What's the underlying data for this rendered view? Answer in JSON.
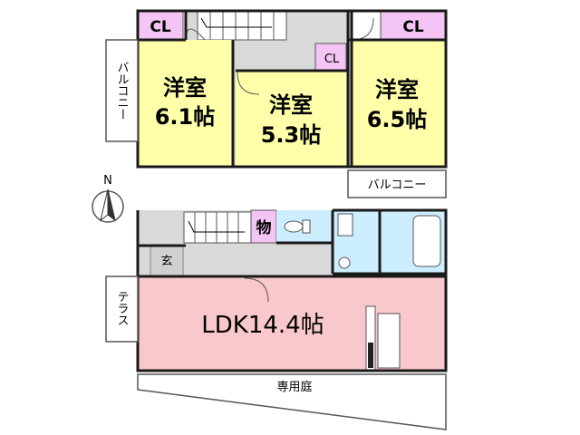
{
  "upper_floor": {
    "room_left": {
      "name": "洋室",
      "size": "6.1帖"
    },
    "room_middle": {
      "name": "洋室",
      "size": "5.3帖"
    },
    "room_right": {
      "name": "洋室",
      "size": "6.5帖"
    },
    "closet_label": "CL",
    "balcony_label": "バルコニー"
  },
  "lower_floor": {
    "ldk_label": "LDK14.4帖",
    "storage_label": "物",
    "entrance_label": "玄",
    "terrace_label": "テラス",
    "garden_label": "専用庭"
  },
  "compass": {
    "north": "N"
  },
  "colors": {
    "bedroom": "#ffffaa",
    "closet": "#f4c4f4",
    "ldk": "#f8c8cc",
    "wet_area": "#cdeefe",
    "hall": "#d9d9d9",
    "wall": "#1a1a1a"
  }
}
